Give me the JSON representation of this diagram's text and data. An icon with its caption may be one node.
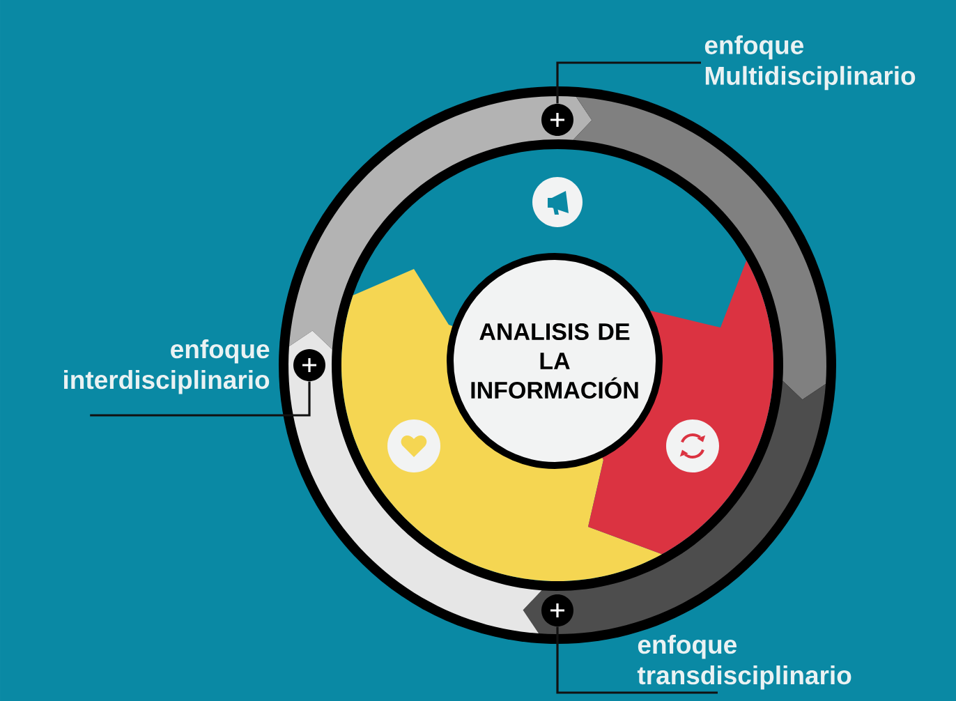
{
  "diagram": {
    "nodes": [
      {
        "text": [
          "ANALISIS DE LA INFORMACIÓN"
        ]
      },
      {
        "text": [
          "enfoque Multidisciplinario"
        ]
      },
      {
        "text": [],
        "shape": "circle"
      },
      {
        "text": [
          "enfoque interdisciplinario"
        ]
      },
      {
        "text": [],
        "shape": "circle"
      },
      {
        "text": [
          "enfoque transdisciplinario"
        ]
      },
      {
        "text": [],
        "shape": "circle"
      }
    ],
    "edges": [
      {
        "from": 1,
        "to": 2,
        "arrow": "none"
      },
      {
        "from": 3,
        "to": 4,
        "arrow": "none"
      },
      {
        "from": 5,
        "to": 6,
        "arrow": "none"
      }
    ]
  }
}
